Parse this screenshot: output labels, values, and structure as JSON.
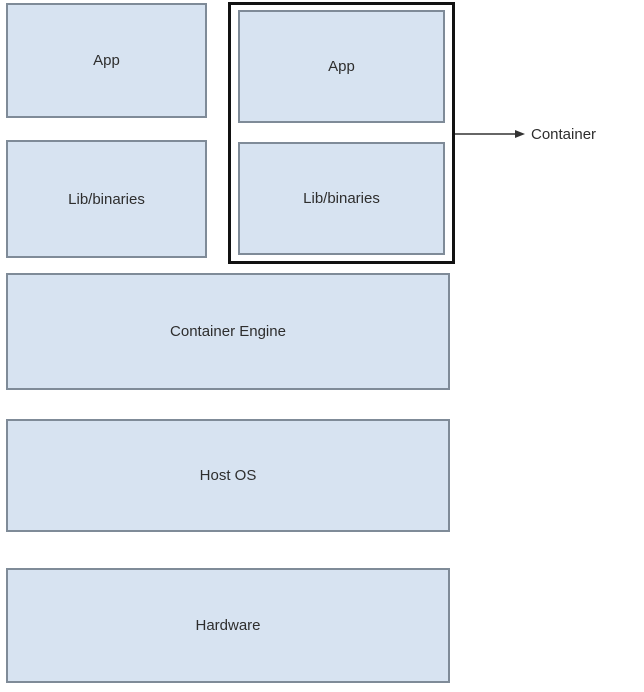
{
  "diagram": {
    "left_stack": {
      "app": "App",
      "lib": "Lib/binaries"
    },
    "container_stack": {
      "app": "App",
      "lib": "Lib/binaries"
    },
    "container_label": "Container",
    "layers": {
      "engine": "Container Engine",
      "host_os": "Host OS",
      "hardware": "Hardware"
    },
    "colors": {
      "box_fill": "#d7e3f1",
      "box_border": "#7f8b98",
      "container_border": "#111111",
      "text": "#2e2e2e",
      "arrow": "#333333"
    }
  }
}
